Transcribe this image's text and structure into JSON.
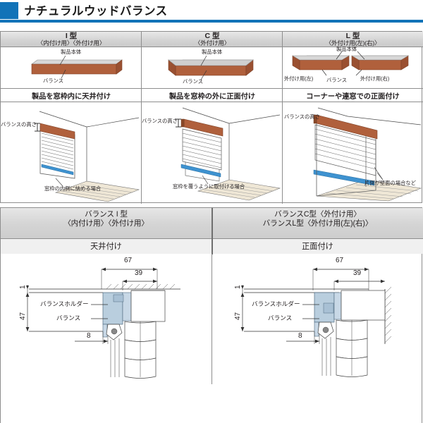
{
  "title": "ナチュラルウッドバランス",
  "accent_color": "#1273b8",
  "types": [
    {
      "name": "I 型",
      "sub": "〈内付け用〉〈外付け用〉",
      "product_label_top": "製品本体",
      "product_label_bottom": "バランス",
      "description": "製品を窓枠内に天井付け",
      "balance_height_label": "バランスの高さ",
      "scene_note": "窓枠の内側に納める場合"
    },
    {
      "name": "C 型",
      "sub": "〈外付け用〉",
      "product_label_top": "製品本体",
      "product_label_bottom": "バランス",
      "description": "製品を窓枠の外に正面付け",
      "balance_height_label": "バランスの高さ",
      "scene_note": "窓枠を覆うように取付ける場合"
    },
    {
      "name": "L 型",
      "sub": "〈外付け用(左)(右)〉",
      "product_label_top": "製品本体",
      "product_label_bottom": "バランス",
      "product_label_left": "外付け用(左)",
      "product_label_right": "外付け用(右)",
      "description": "コーナーや連窓での正面付け",
      "balance_height_label": "バランスの高さ",
      "scene_note": "片側が壁面の場合など"
    }
  ],
  "detail_table": {
    "left": {
      "heading_line1": "バランス I 型",
      "heading_line2": "〈内付け用〉〈外付け用〉",
      "mount": "天井付け"
    },
    "right": {
      "heading_line1": "バランスC型〈外付け用〉",
      "heading_line2": "バランスL型〈外付け用(左)(右)〉",
      "mount": "正面付け"
    }
  },
  "drawings": [
    {
      "dim_top": "67",
      "dim_inner": "39",
      "dim_small_top": "1",
      "dim_height": "47",
      "dim_bottom": "8",
      "label_holder": "バランスホルダー",
      "label_balance": "バランス"
    },
    {
      "dim_top": "67",
      "dim_inner": "39",
      "dim_small_top": "1",
      "dim_height": "47",
      "dim_bottom": "8",
      "label_holder": "バランスホルダー",
      "label_balance": "バランス"
    }
  ]
}
